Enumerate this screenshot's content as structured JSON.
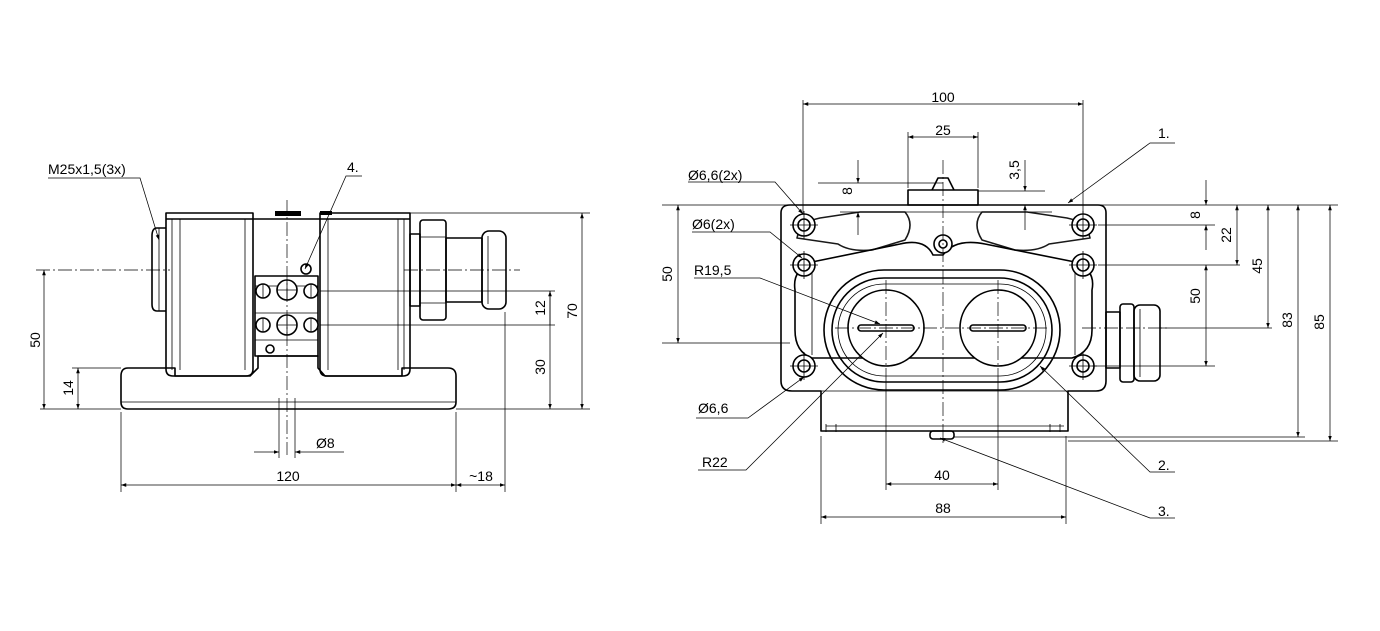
{
  "left_view": {
    "callouts": {
      "thread": "M25x1,5(3x)",
      "item4": "4."
    },
    "dims": {
      "d50": "50",
      "d14": "14",
      "d70": "70",
      "d12": "12",
      "d30": "30",
      "dia8": "Ø8",
      "d120": "120",
      "d18": "~18"
    }
  },
  "right_view": {
    "callouts": {
      "hole2x": "Ø6,6(2x)",
      "hole6": "Ø6(2x)",
      "r195": "R19,5",
      "hole66": "Ø6,6",
      "r22": "R22",
      "item1": "1.",
      "item2": "2.",
      "item3": "3."
    },
    "dims": {
      "d100": "100",
      "d25": "25",
      "d8a": "8",
      "d35": "3,5",
      "d50l": "50",
      "d8r": "8",
      "d22": "22",
      "d45": "45",
      "d50r": "50",
      "d83": "83",
      "d85": "85",
      "d40": "40",
      "d88": "88"
    }
  }
}
